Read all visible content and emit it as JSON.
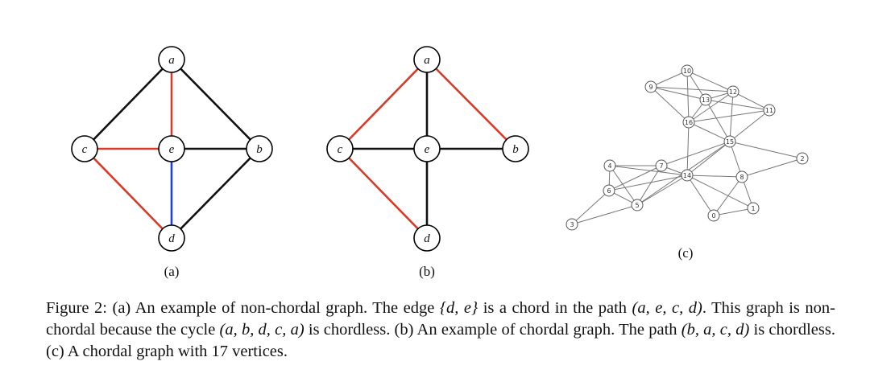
{
  "colors": {
    "black_edge": "#111111",
    "red_edge": "#d83a2a",
    "blue_edge": "#1f3fd6",
    "gray_edge": "#777777"
  },
  "panel_a": {
    "label": "(a)",
    "nodes": [
      {
        "id": "a",
        "label": "a"
      },
      {
        "id": "b",
        "label": "b"
      },
      {
        "id": "c",
        "label": "c"
      },
      {
        "id": "d",
        "label": "d"
      },
      {
        "id": "e",
        "label": "e"
      }
    ],
    "edges": [
      {
        "from": "a",
        "to": "c",
        "color": "black"
      },
      {
        "from": "a",
        "to": "b",
        "color": "black"
      },
      {
        "from": "a",
        "to": "e",
        "color": "red"
      },
      {
        "from": "c",
        "to": "e",
        "color": "red"
      },
      {
        "from": "e",
        "to": "b",
        "color": "black"
      },
      {
        "from": "e",
        "to": "d",
        "color": "blue"
      },
      {
        "from": "c",
        "to": "d",
        "color": "red"
      },
      {
        "from": "b",
        "to": "d",
        "color": "black"
      }
    ]
  },
  "panel_b": {
    "label": "(b)",
    "nodes": [
      {
        "id": "a",
        "label": "a"
      },
      {
        "id": "b",
        "label": "b"
      },
      {
        "id": "c",
        "label": "c"
      },
      {
        "id": "d",
        "label": "d"
      },
      {
        "id": "e",
        "label": "e"
      }
    ],
    "edges": [
      {
        "from": "a",
        "to": "c",
        "color": "red"
      },
      {
        "from": "a",
        "to": "b",
        "color": "red"
      },
      {
        "from": "a",
        "to": "e",
        "color": "black"
      },
      {
        "from": "c",
        "to": "e",
        "color": "black"
      },
      {
        "from": "e",
        "to": "b",
        "color": "black"
      },
      {
        "from": "e",
        "to": "d",
        "color": "black"
      },
      {
        "from": "c",
        "to": "d",
        "color": "red"
      }
    ]
  },
  "panel_c": {
    "label": "(c)",
    "nodes": [
      "0",
      "1",
      "2",
      "3",
      "4",
      "5",
      "6",
      "7",
      "8",
      "9",
      "10",
      "11",
      "12",
      "13",
      "14",
      "15",
      "16"
    ],
    "edges": [
      [
        "9",
        "10"
      ],
      [
        "9",
        "13"
      ],
      [
        "9",
        "12"
      ],
      [
        "9",
        "16"
      ],
      [
        "10",
        "13"
      ],
      [
        "10",
        "12"
      ],
      [
        "10",
        "16"
      ],
      [
        "12",
        "13"
      ],
      [
        "12",
        "11"
      ],
      [
        "12",
        "15"
      ],
      [
        "12",
        "16"
      ],
      [
        "13",
        "16"
      ],
      [
        "13",
        "11"
      ],
      [
        "13",
        "15"
      ],
      [
        "16",
        "11"
      ],
      [
        "16",
        "15"
      ],
      [
        "16",
        "14"
      ],
      [
        "11",
        "15"
      ],
      [
        "15",
        "2"
      ],
      [
        "15",
        "8"
      ],
      [
        "15",
        "14"
      ],
      [
        "15",
        "7"
      ],
      [
        "15",
        "5"
      ],
      [
        "2",
        "8"
      ],
      [
        "4",
        "7"
      ],
      [
        "4",
        "14"
      ],
      [
        "4",
        "6"
      ],
      [
        "4",
        "5"
      ],
      [
        "7",
        "14"
      ],
      [
        "7",
        "6"
      ],
      [
        "7",
        "5"
      ],
      [
        "6",
        "14"
      ],
      [
        "6",
        "5"
      ],
      [
        "6",
        "3"
      ],
      [
        "5",
        "14"
      ],
      [
        "5",
        "3"
      ],
      [
        "14",
        "8"
      ],
      [
        "14",
        "0"
      ],
      [
        "14",
        "1"
      ],
      [
        "8",
        "0"
      ],
      [
        "8",
        "1"
      ],
      [
        "0",
        "1"
      ]
    ]
  },
  "caption": {
    "s1": "Figure 2: (a) An example of non-chordal graph. The edge ",
    "m1": "{d, e}",
    "s2": " is a chord in the path ",
    "m2": "(a, e, c, d)",
    "s3": ". This graph is non-chordal because the cycle ",
    "m3": "(a, b, d, c, a)",
    "s4": " is chordless. (b) An example of chordal graph. The path ",
    "m4": "(b, a, c, d)",
    "s5": " is chordless. (c) A chordal graph with 17 vertices."
  }
}
